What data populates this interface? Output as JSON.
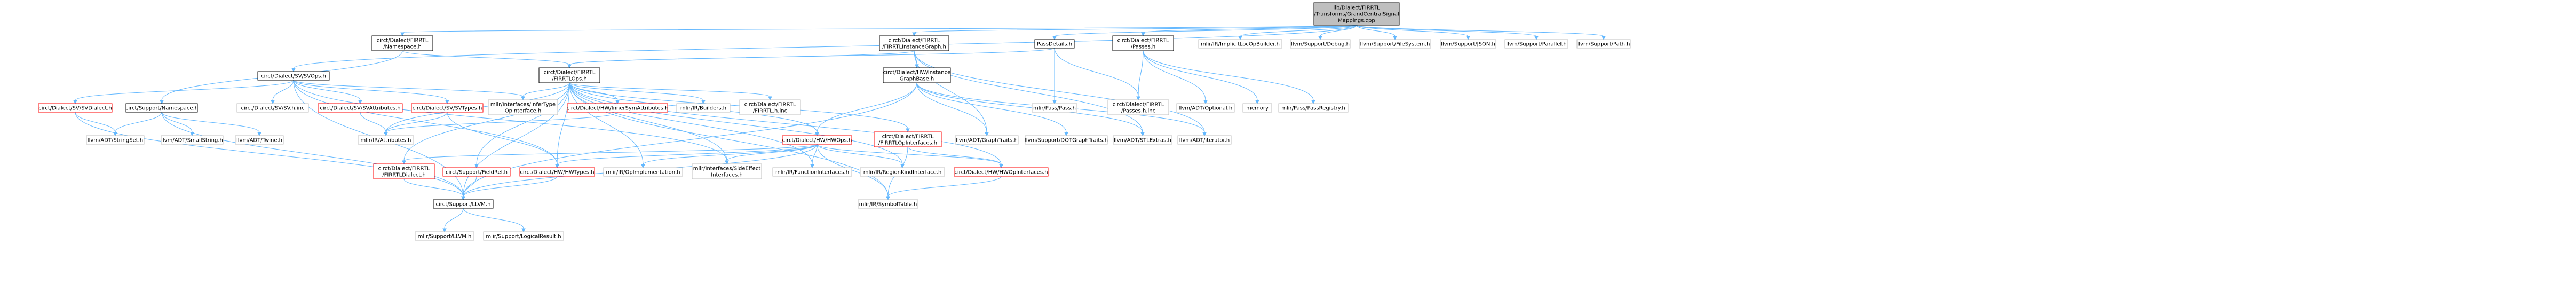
{
  "diagram": {
    "title": "Include dependency graph",
    "colors": {
      "edge": "#63b8ff",
      "box_border": "#bfbfbf",
      "root_fill": "#bfbfbf",
      "root_border": "#000000",
      "missing_border": "#ff0000",
      "box_fill": "#ffffff",
      "text": "#000000"
    },
    "nodes": [
      {
        "id": "root",
        "lines": [
          "lib/Dialect/FIRRTL",
          "/Transforms/GrandCentralSignal",
          "Mappings.cpp"
        ],
        "style": "root"
      },
      {
        "id": "firrtl-namespace",
        "lines": [
          "circt/Dialect/FIRRTL",
          "/Namespace.h"
        ],
        "style": "normal"
      },
      {
        "id": "firrtl-instancegraph",
        "lines": [
          "circt/Dialect/FIRRTL",
          "/FIRRTLInstanceGraph.h"
        ],
        "style": "normal"
      },
      {
        "id": "passdetails",
        "lines": [
          "PassDetails.h"
        ],
        "style": "normal"
      },
      {
        "id": "firrtl-passes",
        "lines": [
          "circt/Dialect/FIRRTL",
          "/Passes.h"
        ],
        "style": "normal"
      },
      {
        "id": "implicitlocopbuilder",
        "lines": [
          "mlir/IR/ImplicitLocOpBuilder.h"
        ],
        "style": "gray"
      },
      {
        "id": "debug",
        "lines": [
          "llvm/Support/Debug.h"
        ],
        "style": "gray"
      },
      {
        "id": "filesystem",
        "lines": [
          "llvm/Support/FileSystem.h"
        ],
        "style": "gray"
      },
      {
        "id": "json",
        "lines": [
          "llvm/Support/JSON.h"
        ],
        "style": "gray"
      },
      {
        "id": "parallel",
        "lines": [
          "llvm/Support/Parallel.h"
        ],
        "style": "gray"
      },
      {
        "id": "path",
        "lines": [
          "llvm/Support/Path.h"
        ],
        "style": "gray"
      },
      {
        "id": "svops",
        "lines": [
          "circt/Dialect/SV/SVOps.h"
        ],
        "style": "normal"
      },
      {
        "id": "firrtlops",
        "lines": [
          "circt/Dialect/FIRRTL",
          "/FIRRTLOps.h"
        ],
        "style": "normal"
      },
      {
        "id": "hwinstancegraphbase",
        "lines": [
          "circt/Dialect/HW/Instance",
          "GraphBase.h"
        ],
        "style": "normal"
      },
      {
        "id": "mlirpass",
        "lines": [
          "mlir/Pass/Pass.h"
        ],
        "style": "gray"
      },
      {
        "id": "passes-h-inc",
        "lines": [
          "circt/Dialect/FIRRTL",
          "/Passes.h.inc"
        ],
        "style": "gray"
      },
      {
        "id": "optional",
        "lines": [
          "llvm/ADT/Optional.h"
        ],
        "style": "gray"
      },
      {
        "id": "memory",
        "lines": [
          "memory"
        ],
        "style": "gray"
      },
      {
        "id": "passregistry",
        "lines": [
          "mlir/Pass/PassRegistry.h"
        ],
        "style": "gray"
      },
      {
        "id": "svdialect",
        "lines": [
          "circt/Dialect/SV/SVDialect.h"
        ],
        "style": "missing"
      },
      {
        "id": "support-namespace",
        "lines": [
          "circt/Support/Namespace.h"
        ],
        "style": "normal"
      },
      {
        "id": "sv-h-inc",
        "lines": [
          "circt/Dialect/SV/SV.h.inc"
        ],
        "style": "gray"
      },
      {
        "id": "svattributes",
        "lines": [
          "circt/Dialect/SV/SVAttributes.h"
        ],
        "style": "missing"
      },
      {
        "id": "svtypes",
        "lines": [
          "circt/Dialect/SV/SVTypes.h"
        ],
        "style": "missing"
      },
      {
        "id": "infertypeopinterface",
        "lines": [
          "mlir/Interfaces/InferType",
          "OpInterface.h"
        ],
        "style": "gray"
      },
      {
        "id": "innersymattributes",
        "lines": [
          "circt/Dialect/HW/InnerSymAttributes.h"
        ],
        "style": "missing"
      },
      {
        "id": "mlirbuilders",
        "lines": [
          "mlir/IR/Builders.h"
        ],
        "style": "gray"
      },
      {
        "id": "firrtl-h-inc",
        "lines": [
          "circt/Dialect/FIRRTL",
          "/FIRRTL.h.inc"
        ],
        "style": "gray"
      },
      {
        "id": "hwops",
        "lines": [
          "circt/Dialect/HW/HWOps.h"
        ],
        "style": "missing"
      },
      {
        "id": "firrtlopinterfaces",
        "lines": [
          "circt/Dialect/FIRRTL",
          "/FIRRTLOpInterfaces.h"
        ],
        "style": "missing"
      },
      {
        "id": "graphtraits",
        "lines": [
          "llvm/ADT/GraphTraits.h"
        ],
        "style": "gray"
      },
      {
        "id": "dotgraphtraits",
        "lines": [
          "llvm/Support/DOTGraphTraits.h"
        ],
        "style": "gray"
      },
      {
        "id": "stlextras",
        "lines": [
          "llvm/ADT/STLExtras.h"
        ],
        "style": "gray"
      },
      {
        "id": "iterator",
        "lines": [
          "llvm/ADT/iterator.h"
        ],
        "style": "gray"
      },
      {
        "id": "stringset",
        "lines": [
          "llvm/ADT/StringSet.h"
        ],
        "style": "gray"
      },
      {
        "id": "smallstring",
        "lines": [
          "llvm/ADT/SmallString.h"
        ],
        "style": "gray"
      },
      {
        "id": "twine",
        "lines": [
          "llvm/ADT/Twine.h"
        ],
        "style": "gray"
      },
      {
        "id": "mlirattributes",
        "lines": [
          "mlir/IR/Attributes.h"
        ],
        "style": "gray"
      },
      {
        "id": "firrtldialect",
        "lines": [
          "circt/Dialect/FIRRTL",
          "/FIRRTLDialect.h"
        ],
        "style": "missing"
      },
      {
        "id": "fieldref",
        "lines": [
          "circt/Support/FieldRef.h"
        ],
        "style": "missing"
      },
      {
        "id": "hwtypes",
        "lines": [
          "circt/Dialect/HW/HWTypes.h"
        ],
        "style": "missing"
      },
      {
        "id": "opimplementation",
        "lines": [
          "mlir/IR/OpImplementation.h"
        ],
        "style": "gray"
      },
      {
        "id": "sideeffectinterfaces",
        "lines": [
          "mlir/Interfaces/SideEffect",
          "Interfaces.h"
        ],
        "style": "gray"
      },
      {
        "id": "functioninterfaces",
        "lines": [
          "mlir/IR/FunctionInterfaces.h"
        ],
        "style": "gray"
      },
      {
        "id": "regionkindinterface",
        "lines": [
          "mlir/IR/RegionKindInterface.h"
        ],
        "style": "gray"
      },
      {
        "id": "hwopinterfaces",
        "lines": [
          "circt/Dialect/HW/HWOpInterfaces.h"
        ],
        "style": "missing"
      },
      {
        "id": "circt-llvm",
        "lines": [
          "circt/Support/LLVM.h"
        ],
        "style": "normal"
      },
      {
        "id": "symboltable",
        "lines": [
          "mlir/IR/SymbolTable.h"
        ],
        "style": "gray"
      },
      {
        "id": "mlir-llvm",
        "lines": [
          "mlir/Support/LLVM.h"
        ],
        "style": "gray"
      },
      {
        "id": "logicalresult",
        "lines": [
          "mlir/Support/LogicalResult.h"
        ],
        "style": "gray"
      }
    ],
    "edges": [
      [
        "root",
        "firrtl-namespace"
      ],
      [
        "root",
        "firrtl-instancegraph"
      ],
      [
        "root",
        "passdetails"
      ],
      [
        "root",
        "firrtl-passes"
      ],
      [
        "root",
        "implicitlocopbuilder"
      ],
      [
        "root",
        "debug"
      ],
      [
        "root",
        "filesystem"
      ],
      [
        "root",
        "json"
      ],
      [
        "root",
        "parallel"
      ],
      [
        "root",
        "path"
      ],
      [
        "root",
        "svops"
      ],
      [
        "firrtl-namespace",
        "firrtlops"
      ],
      [
        "firrtl-namespace",
        "support-namespace"
      ],
      [
        "firrtl-instancegraph",
        "firrtlops"
      ],
      [
        "firrtl-instancegraph",
        "hwinstancegraphbase"
      ],
      [
        "firrtl-instancegraph",
        "stlextras"
      ],
      [
        "firrtl-instancegraph",
        "iterator"
      ],
      [
        "firrtl-instancegraph",
        "graphtraits"
      ],
      [
        "passdetails",
        "firrtlops"
      ],
      [
        "passdetails",
        "mlirpass"
      ],
      [
        "passdetails",
        "passes-h-inc"
      ],
      [
        "firrtl-passes",
        "optional"
      ],
      [
        "firrtl-passes",
        "memory"
      ],
      [
        "firrtl-passes",
        "passregistry"
      ],
      [
        "firrtl-passes",
        "passes-h-inc"
      ],
      [
        "svops",
        "svdialect"
      ],
      [
        "svops",
        "sv-h-inc"
      ],
      [
        "svops",
        "svattributes"
      ],
      [
        "svops",
        "svtypes"
      ],
      [
        "svops",
        "infertypeopinterface"
      ],
      [
        "svops",
        "sideeffectinterfaces"
      ],
      [
        "svops",
        "hwtypes"
      ],
      [
        "svops",
        "circt-llvm"
      ],
      [
        "firrtlops",
        "infertypeopinterface"
      ],
      [
        "firrtlops",
        "innersymattributes"
      ],
      [
        "firrtlops",
        "mlirbuilders"
      ],
      [
        "firrtlops",
        "firrtl-h-inc"
      ],
      [
        "firrtlops",
        "hwops"
      ],
      [
        "firrtlops",
        "firrtlopinterfaces"
      ],
      [
        "firrtlops",
        "firrtldialect"
      ],
      [
        "firrtlops",
        "fieldref"
      ],
      [
        "firrtlops",
        "hwtypes"
      ],
      [
        "firrtlops",
        "opimplementation"
      ],
      [
        "firrtlops",
        "sideeffectinterfaces"
      ],
      [
        "firrtlops",
        "functioninterfaces"
      ],
      [
        "firrtlops",
        "regionkindinterface"
      ],
      [
        "firrtlops",
        "hwopinterfaces"
      ],
      [
        "firrtlops",
        "symboltable"
      ],
      [
        "firrtlops",
        "mlirattributes"
      ],
      [
        "firrtlops",
        "circt-llvm"
      ],
      [
        "hwinstancegraphbase",
        "hwops"
      ],
      [
        "hwinstancegraphbase",
        "graphtraits"
      ],
      [
        "hwinstancegraphbase",
        "dotgraphtraits"
      ],
      [
        "hwinstancegraphbase",
        "stlextras"
      ],
      [
        "hwinstancegraphbase",
        "iterator"
      ],
      [
        "hwinstancegraphbase",
        "circt-llvm"
      ],
      [
        "svdialect",
        "stringset"
      ],
      [
        "svdialect",
        "circt-llvm"
      ],
      [
        "support-namespace",
        "stringset"
      ],
      [
        "support-namespace",
        "smallstring"
      ],
      [
        "support-namespace",
        "twine"
      ],
      [
        "support-namespace",
        "circt-llvm"
      ],
      [
        "svattributes",
        "mlirattributes"
      ],
      [
        "svtypes",
        "hwtypes"
      ],
      [
        "svtypes",
        "mlirattributes"
      ],
      [
        "innersymattributes",
        "mlirattributes"
      ],
      [
        "hwops",
        "hwtypes"
      ],
      [
        "hwops",
        "opimplementation"
      ],
      [
        "hwops",
        "sideeffectinterfaces"
      ],
      [
        "hwops",
        "functioninterfaces"
      ],
      [
        "hwops",
        "regionkindinterface"
      ],
      [
        "hwops",
        "hwopinterfaces"
      ],
      [
        "hwops",
        "symboltable"
      ],
      [
        "hwops",
        "circt-llvm"
      ],
      [
        "hwops",
        "firrtldialect"
      ],
      [
        "firrtlopinterfaces",
        "hwopinterfaces"
      ],
      [
        "firrtlopinterfaces",
        "symboltable"
      ],
      [
        "hwopinterfaces",
        "symboltable"
      ],
      [
        "firrtldialect",
        "circt-llvm"
      ],
      [
        "fieldref",
        "circt-llvm"
      ],
      [
        "hwtypes",
        "circt-llvm"
      ],
      [
        "circt-llvm",
        "mlir-llvm"
      ],
      [
        "circt-llvm",
        "logicalresult"
      ]
    ]
  }
}
